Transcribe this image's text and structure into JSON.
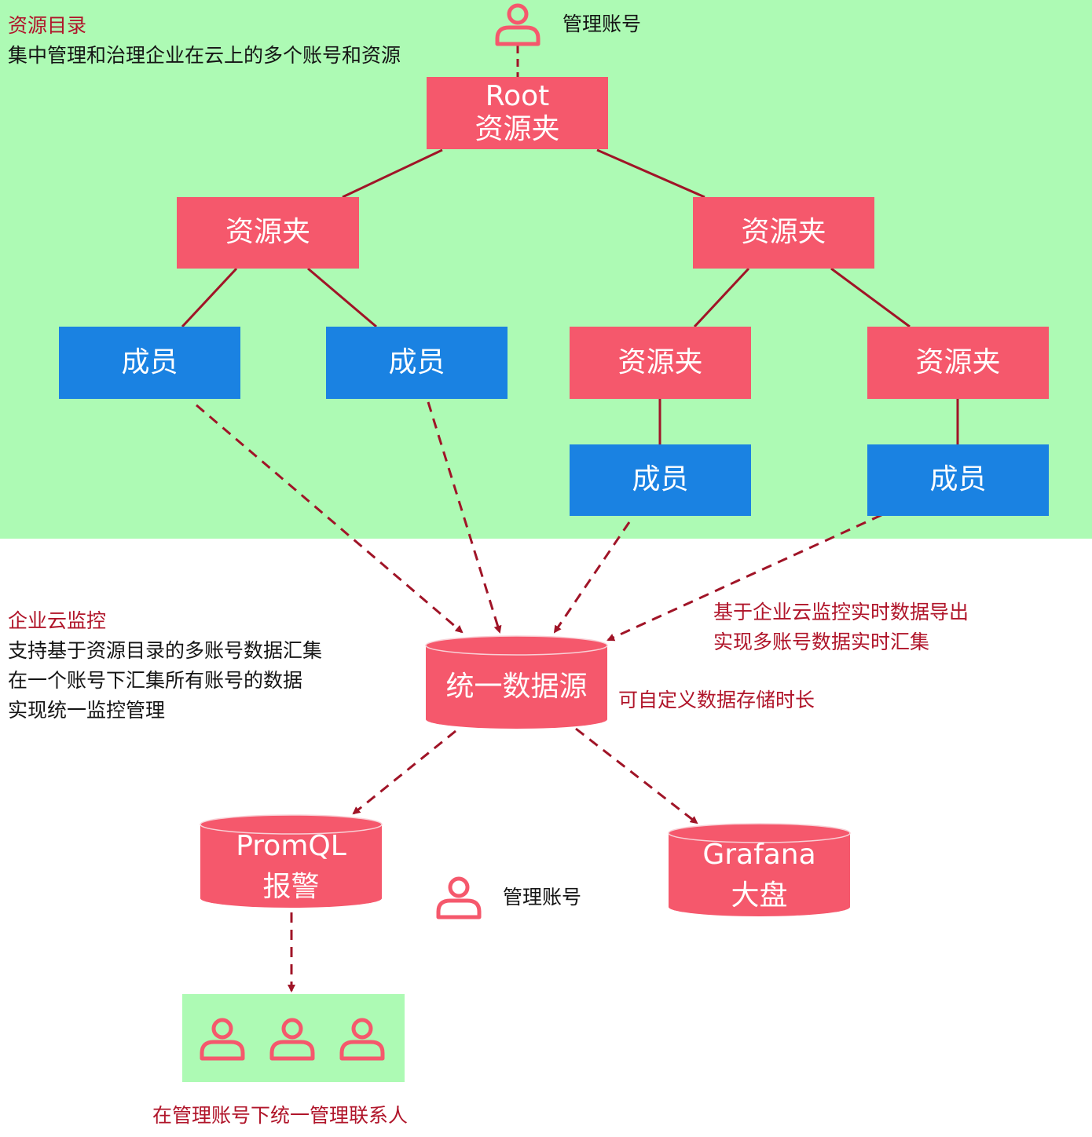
{
  "directory": {
    "title": "资源目录",
    "desc": "集中管理和治理企业在云上的多个账号和资源",
    "admin_label": "管理账号",
    "root": {
      "line1": "Root",
      "line2": "资源夹"
    },
    "folder_label": "资源夹",
    "member_label": "成员"
  },
  "monitoring": {
    "title": "企业云监控",
    "lines": [
      "支持基于资源目录的多账号数据汇集",
      "在一个账号下汇集所有账号的数据",
      "实现统一监控管理"
    ]
  },
  "export_note": [
    "基于企业云监控实时数据导出",
    "实现多账号数据实时汇集"
  ],
  "datasource": {
    "label": "统一数据源",
    "note": "可自定义数据存储时长"
  },
  "alerting": {
    "line1": "PromQL",
    "line2": "报警"
  },
  "dashboard": {
    "line1": "Grafana",
    "line2": "大盘"
  },
  "admin_account_label": "管理账号",
  "contacts_note": "在管理账号下统一管理联系人",
  "colors": {
    "panel_green": "#adfab4",
    "folder_red": "#f5586c",
    "member_blue": "#1a82e2",
    "line_dark_red": "#a01427",
    "text_red": "#b0152a"
  }
}
